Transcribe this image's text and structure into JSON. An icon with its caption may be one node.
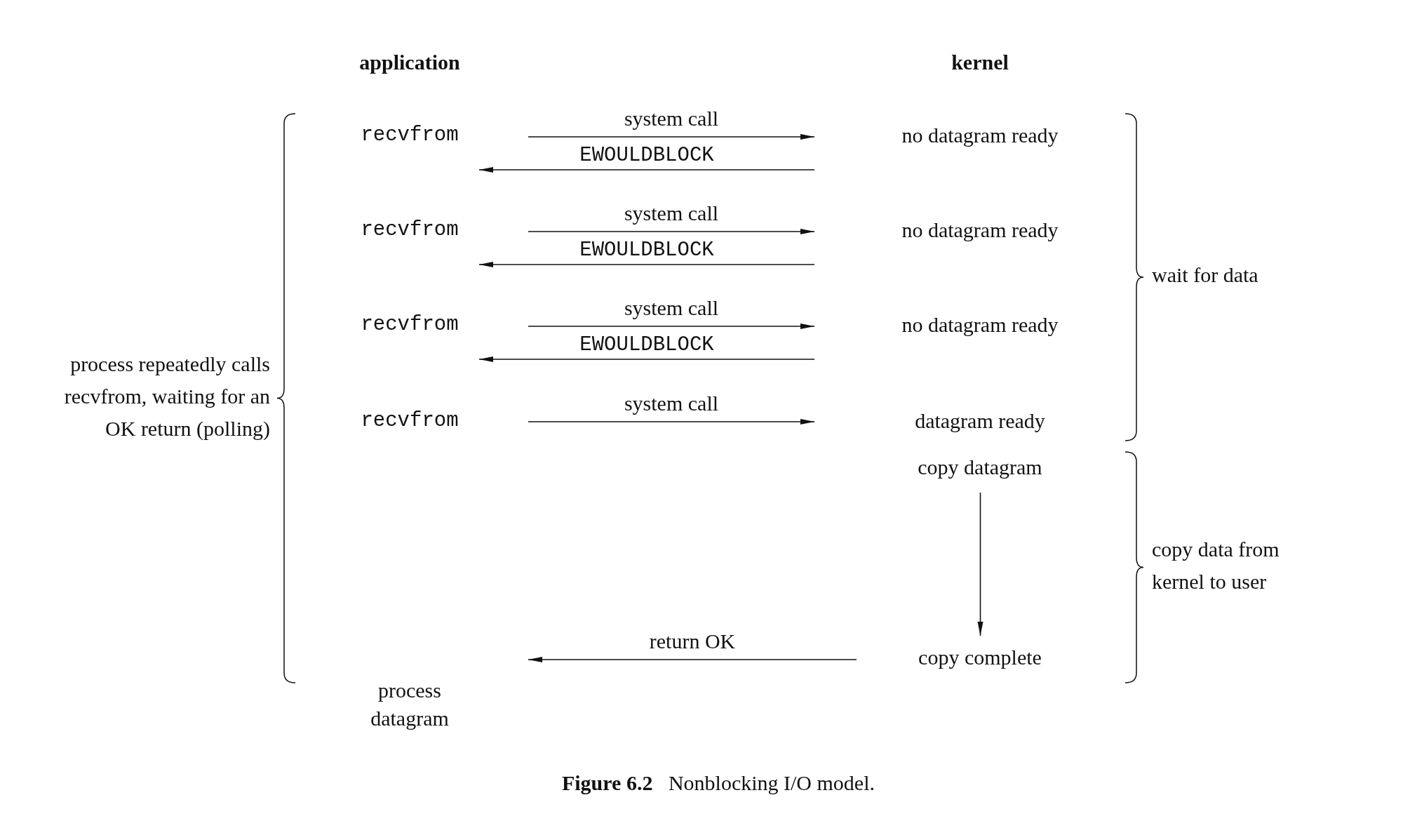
{
  "diagram": {
    "caption": "**Figure 6.2**   Nonblocking I/O model.",
    "nodes": [
      {
        "text": [
          "recvfrom"
        ]
      },
      {
        "text": [
          "no datagram ready"
        ]
      },
      {
        "text": [
          "recvfrom"
        ]
      },
      {
        "text": [
          "no datagram ready"
        ]
      },
      {
        "text": [
          "recvfrom"
        ]
      },
      {
        "text": [
          "no datagram ready"
        ]
      },
      {
        "text": [
          "recvfrom"
        ]
      },
      {
        "text": [
          "datagram ready"
        ]
      },
      {
        "text": [
          "copy datagram"
        ]
      },
      {
        "text": [
          "copy complete"
        ]
      },
      {
        "text": [
          "process datagram"
        ]
      }
    ],
    "edges": [
      {
        "from": 0,
        "to": 1,
        "arrow": "to",
        "label": "system call"
      },
      {
        "from": 1,
        "to": 0,
        "arrow": "to",
        "label": "EWOULDBLOCK"
      },
      {
        "from": 2,
        "to": 3,
        "arrow": "to",
        "label": "system call"
      },
      {
        "from": 3,
        "to": 2,
        "arrow": "to",
        "label": "EWOULDBLOCK"
      },
      {
        "from": 4,
        "to": 5,
        "arrow": "to",
        "label": "system call"
      },
      {
        "from": 5,
        "to": 4,
        "arrow": "to",
        "label": "EWOULDBLOCK"
      },
      {
        "from": 6,
        "to": 7,
        "arrow": "to",
        "label": "system call"
      },
      {
        "from": 8,
        "to": 9,
        "arrow": "to"
      },
      {
        "from": 9,
        "to": 10,
        "arrow": "to",
        "label": "return OK"
      }
    ],
    "labels": [
      "application",
      "kernel",
      "process repeatedly calls recvfrom, waiting for an OK return (polling)",
      "wait for data",
      "copy data from kernel to user"
    ]
  }
}
